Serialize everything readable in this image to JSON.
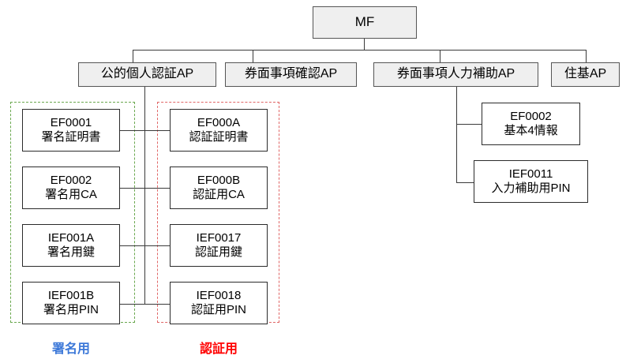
{
  "diagram": {
    "title": "MF",
    "root": {
      "label": "MF"
    },
    "applications": [
      {
        "label": "公的個人認証AP"
      },
      {
        "label": "券面事項確認AP"
      },
      {
        "label": "券面事項人力補助AP"
      },
      {
        "label": "住基AP"
      }
    ],
    "signature_column": [
      {
        "id": "EF0001",
        "name": "署名証明書"
      },
      {
        "id": "EF0002",
        "name": "署名用CA"
      },
      {
        "id": "IEF001A",
        "name": "署名用鍵"
      },
      {
        "id": "IEF001B",
        "name": "署名用PIN"
      }
    ],
    "auth_column": [
      {
        "id": "EF000A",
        "name": "認証証明書"
      },
      {
        "id": "EF000B",
        "name": "認証用CA"
      },
      {
        "id": "IEF0017",
        "name": "認証用鍵"
      },
      {
        "id": "IEF0018",
        "name": "認証用PIN"
      }
    ],
    "support_column": [
      {
        "id": "EF0002",
        "name": "基本4情報"
      },
      {
        "id": "IEF0011",
        "name": "入力補助用PIN"
      }
    ],
    "captions": {
      "signature": "署名用",
      "authentication": "認証用"
    },
    "colors": {
      "signature_caption": "#3c78d8",
      "authentication_caption": "#ff0000",
      "signature_frame": "#6aa84f",
      "authentication_frame": "#e06666",
      "shaded_box_fill": "#efefef",
      "box_stroke": "#2b2b2b",
      "line": "#3a3a3a"
    }
  }
}
